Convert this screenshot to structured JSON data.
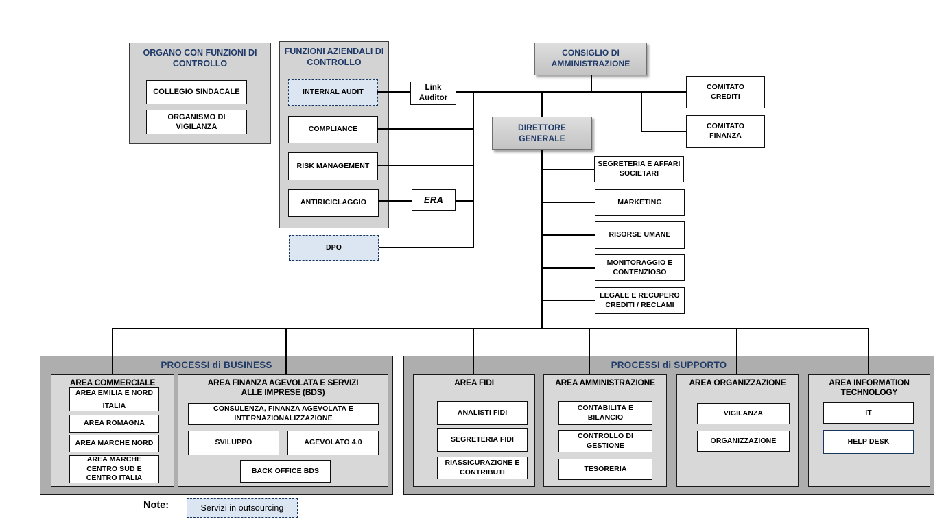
{
  "colors": {
    "navy_title": "#1f3a68",
    "outsourced_fill": "#dce6f2",
    "outsourced_border": "#17375e",
    "section_fill": "#aeaeae",
    "panel_fill": "#d3d3d3",
    "area_fill": "#d8d8d8"
  },
  "control_bodies": {
    "title": "ORGANO CON FUNZIONI DI CONTROLLO",
    "items": [
      {
        "label": "COLLEGIO SINDACALE"
      },
      {
        "label": "ORGANISMO DI VIGILANZA"
      }
    ]
  },
  "control_functions": {
    "title": "FUNZIONI AZIENDALI DI CONTROLLO",
    "items": [
      {
        "label": "INTERNAL AUDIT",
        "outsourced": true
      },
      {
        "label": "COMPLIANCE",
        "outsourced": false
      },
      {
        "label": "RISK MANAGEMENT",
        "outsourced": false
      },
      {
        "label": "ANTIRICICLAGGIO",
        "outsourced": false
      }
    ],
    "dpo": {
      "label": "DPO",
      "outsourced": true
    },
    "link_auditor": {
      "label": "Link Auditor"
    },
    "era": {
      "label": "ERA"
    }
  },
  "governance": {
    "board": {
      "label": "CONSIGLIO DI AMMINISTRAZIONE"
    },
    "committees": [
      {
        "label": "COMITATO CREDITI"
      },
      {
        "label": "COMITATO FINANZA"
      }
    ],
    "general_manager": {
      "label": "DIRETTORE GENERALE"
    }
  },
  "staff_units": [
    {
      "label": "SEGRETERIA E AFFARI SOCIETARI"
    },
    {
      "label": "MARKETING"
    },
    {
      "label": "RISORSE UMANE"
    },
    {
      "label": "MONITORAGGIO E CONTENZIOSO"
    },
    {
      "label": "LEGALE E RECUPERO CREDITI / RECLAMI"
    }
  ],
  "business": {
    "title": "PROCESSI di BUSINESS",
    "areas": [
      {
        "name": "AREA COMMERCIALE",
        "units": [
          "AREA EMILIA E NORD ITALIA",
          "AREA ROMAGNA",
          "AREA MARCHE NORD",
          "AREA MARCHE CENTRO SUD E CENTRO ITALIA"
        ]
      },
      {
        "name": "AREA FINANZA AGEVOLATA E SERVIZI ALLE IMPRESE (BDS)",
        "units": [
          "CONSULENZA, FINANZA AGEVOLATA E INTERNAZIONALIZZAZIONE",
          "SVILUPPO",
          "AGEVOLATO 4.0",
          "BACK OFFICE BDS"
        ]
      }
    ]
  },
  "support": {
    "title": "PROCESSI di SUPPORTO",
    "areas": [
      {
        "name": "AREA FIDI",
        "units": [
          "ANALISTI FIDI",
          "SEGRETERIA FIDI",
          "RIASSICURAZIONE E CONTRIBUTI"
        ]
      },
      {
        "name": "AREA AMMINISTRAZIONE",
        "units": [
          "CONTABILITÀ E BILANCIO",
          "CONTROLLO DI GESTIONE",
          "TESORERIA"
        ]
      },
      {
        "name": "AREA ORGANIZZAZIONE",
        "units": [
          "VIGILANZA",
          "ORGANIZZAZIONE"
        ]
      },
      {
        "name": "AREA INFORMATION TECHNOLOGY",
        "units": [
          "IT",
          "HELP DESK"
        ]
      }
    ]
  },
  "note": {
    "label": "Note:",
    "legend": "Servizi in outsourcing"
  }
}
